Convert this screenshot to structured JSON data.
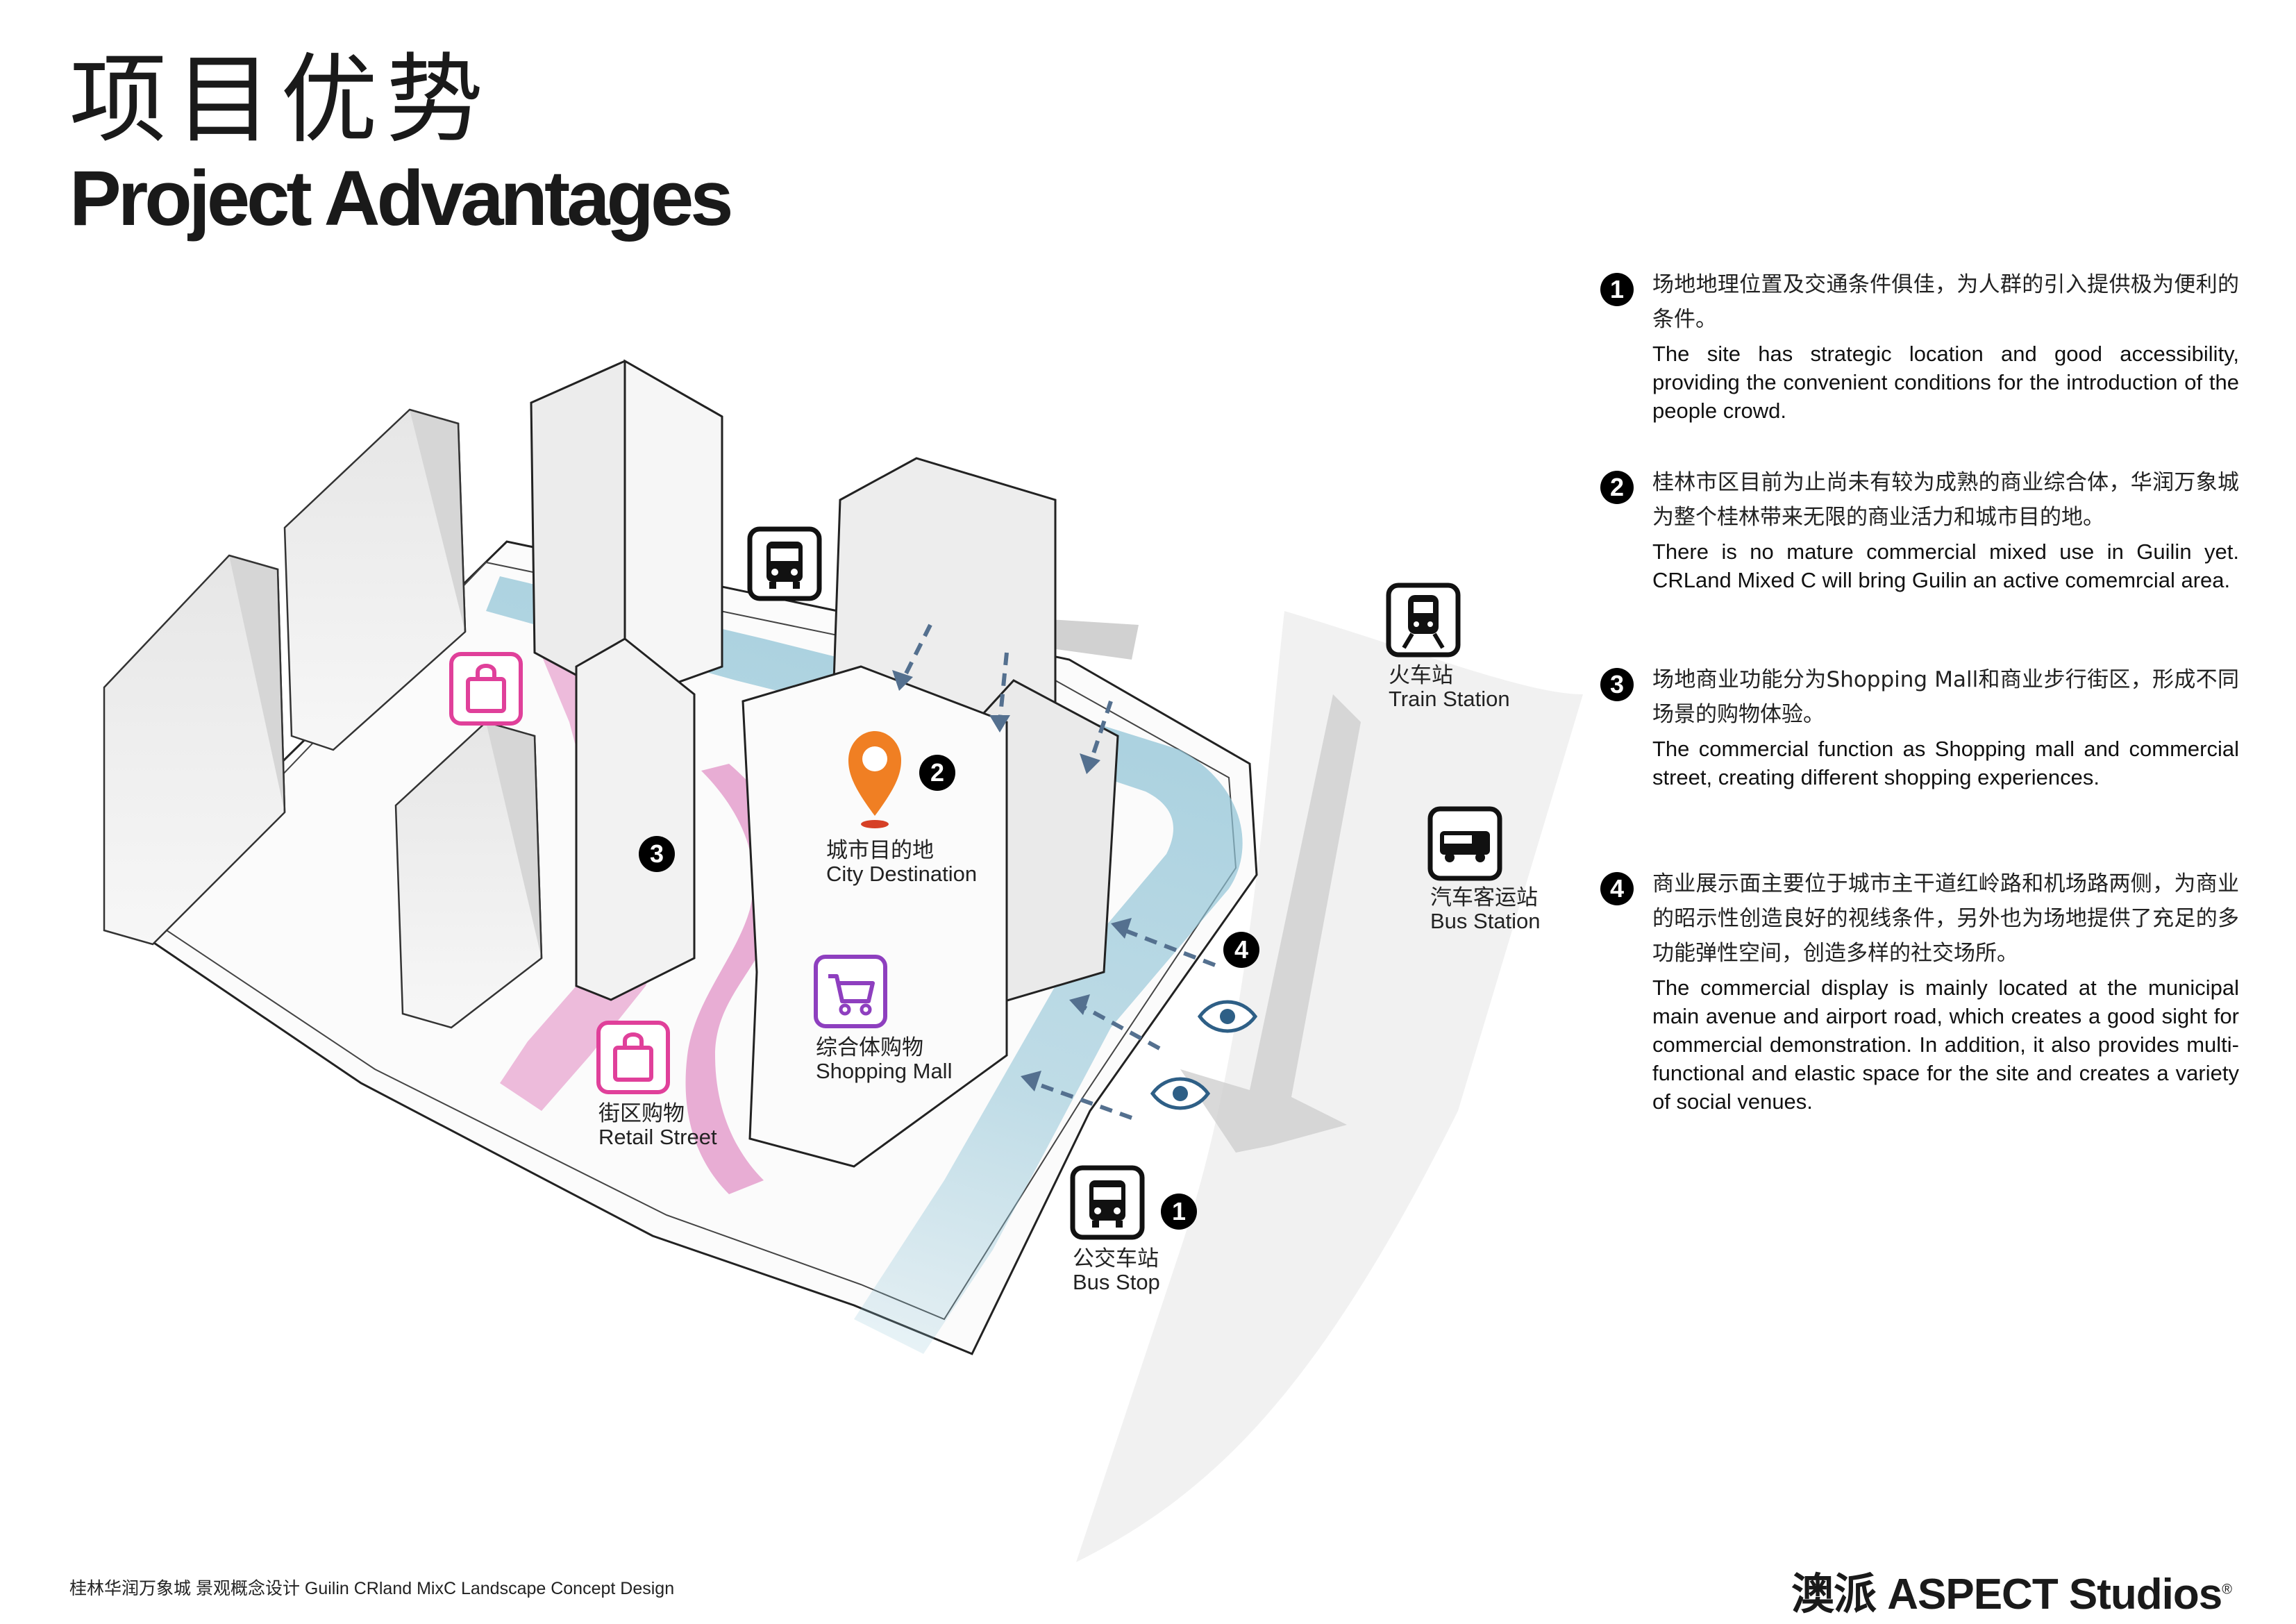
{
  "header": {
    "title_cn": "项目优势",
    "title_en": "Project Advantages"
  },
  "map_labels": {
    "train_station_cn": "火车站",
    "train_station_en": "Train Station",
    "bus_station_cn": "汽车客运站",
    "bus_station_en": "Bus Station",
    "bus_stop_cn": "公交车站",
    "bus_stop_en": "Bus Stop",
    "city_destination_cn": "城市目的地",
    "city_destination_en": "City Destination",
    "shopping_mall_cn": "综合体购物",
    "shopping_mall_en": "Shopping Mall",
    "retail_street_cn": "街区购物",
    "retail_street_en": "Retail Street",
    "marker_1": "1",
    "marker_2": "2",
    "marker_3": "3",
    "marker_4": "4"
  },
  "advantages": [
    {
      "number": "1",
      "cn": "场地地理位置及交通条件俱佳，为人群的引入提供极为便利的条件。",
      "en": "The site has strategic location and good accessibility, providing the convenient conditions for the introduction of the people crowd."
    },
    {
      "number": "2",
      "cn": "桂林市区目前为止尚未有较为成熟的商业综合体，华润万象城为整个桂林带来无限的商业活力和城市目的地。",
      "en": "There is no mature commercial mixed use in Guilin yet. CRLand Mixed C will bring Guilin an active comemrcial area."
    },
    {
      "number": "3",
      "cn": "场地商业功能分为Shopping Mall和商业步行街区，形成不同场景的购物体验。",
      "en": "The commercial function as Shopping mall and commercial street, creating different shopping experiences."
    },
    {
      "number": "4",
      "cn": "商业展示面主要位于城市主干道红岭路和机场路两侧，为商业的昭示性创造良好的视线条件，另外也为场地提供了充足的多功能弹性空间，创造多样的社交场所。",
      "en": "The commercial display is mainly located at the municipal main avenue and airport road, which creates a good sight for commercial demonstration. In addition, it also provides multi-functional and elastic space for the site and creates a variety of social venues."
    }
  ],
  "footer": {
    "project": "桂林华润万象城  景观概念设计  Guilin CRland MixC Landscape Concept Design",
    "brand": "澳派 ASPECT Studios",
    "registered": "®"
  },
  "colors": {
    "pink": "#e0409a",
    "purple": "#8e3fbf",
    "orange": "#f07f23",
    "blue_path": "#8fc3d6",
    "arrow_blue": "#54708f"
  },
  "icons": [
    "bus-icon",
    "train-icon",
    "coach-icon",
    "shopping-bag-icon",
    "shopping-cart-icon",
    "location-pin-icon",
    "eye-icon"
  ]
}
